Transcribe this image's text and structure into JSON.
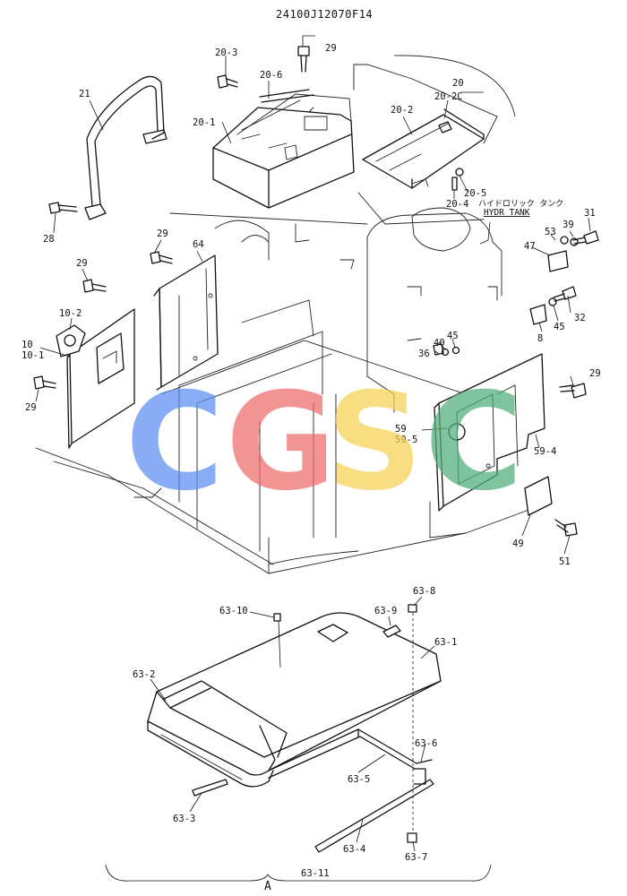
{
  "drawing_number": "24100J12070F14",
  "tank_label_jp": "ハイドロリック タンク",
  "tank_label_en": "HYDR TANK",
  "view_label": "A",
  "watermark": {
    "letters": [
      "C",
      "G",
      "S",
      "C"
    ],
    "colors": [
      "#5b8ef0",
      "#ef6b6b",
      "#f7d154",
      "#4fae7a"
    ]
  },
  "parts": {
    "p20": "20",
    "p20_1": "20-1",
    "p20_2": "20-2",
    "p20_2c": "20-2C",
    "p20_3": "20-3",
    "p20_4": "20-4",
    "p20_5": "20-5",
    "p20_6": "20-6",
    "p21": "21",
    "p28": "28",
    "p29a": "29",
    "p29b": "29",
    "p29c": "29",
    "p29d": "29",
    "p29e": "29",
    "p64": "64",
    "p10": "10",
    "p10_1": "10-1",
    "p10_2": "10-2",
    "p31": "31",
    "p32": "32",
    "p36": "36",
    "p39": "39",
    "p40": "40",
    "p45a": "45",
    "p45b": "45",
    "p47": "47",
    "p53": "53",
    "p8": "8",
    "p59": "59",
    "p59_5": "59-5",
    "p59_4": "59-4",
    "p49": "49",
    "p51": "51",
    "p63_1": "63-1",
    "p63_2": "63-2",
    "p63_3": "63-3",
    "p63_4": "63-4",
    "p63_5": "63-5",
    "p63_6": "63-6",
    "p63_7": "63-7",
    "p63_8": "63-8",
    "p63_9": "63-9",
    "p63_10": "63-10",
    "p63_11": "63-11"
  }
}
